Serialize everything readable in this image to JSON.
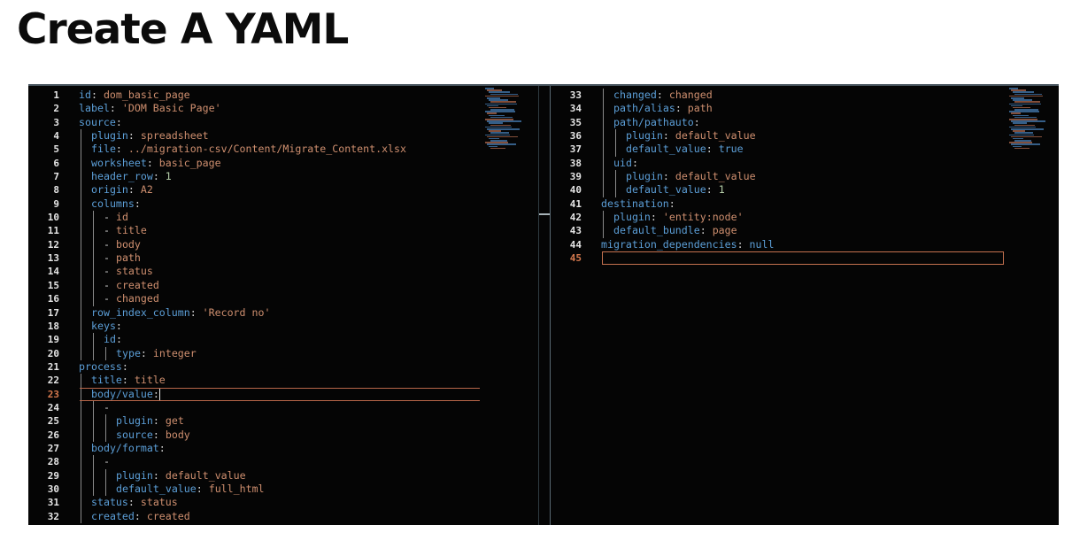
{
  "slide": {
    "title": "Create A YAML"
  },
  "colors": {
    "background": "#050505",
    "key": "#5c9fd8",
    "string_value": "#cf8f6f",
    "number_value": "#b5cea8",
    "keyword_value": "#5c9fd8",
    "line_number": "#e6e6e6",
    "active_line_number": "#d5794e",
    "current_line_border": "#b8674a"
  },
  "editor": {
    "left_pane": {
      "active_line": 23,
      "lines": [
        {
          "n": "1",
          "indent": 0,
          "key": "id",
          "value": "dom_basic_page",
          "type": "s"
        },
        {
          "n": "2",
          "indent": 0,
          "key": "label",
          "value": "'DOM Basic Page'",
          "type": "s"
        },
        {
          "n": "3",
          "indent": 0,
          "key": "source",
          "value": "",
          "type": "s"
        },
        {
          "n": "4",
          "indent": 1,
          "key": "plugin",
          "value": "spreadsheet",
          "type": "s"
        },
        {
          "n": "5",
          "indent": 1,
          "key": "file",
          "value": "../migration-csv/Content/Migrate_Content.xlsx",
          "type": "s"
        },
        {
          "n": "6",
          "indent": 1,
          "key": "worksheet",
          "value": "basic_page",
          "type": "s"
        },
        {
          "n": "7",
          "indent": 1,
          "key": "header_row",
          "value": "1",
          "type": "n"
        },
        {
          "n": "8",
          "indent": 1,
          "key": "origin",
          "value": "A2",
          "type": "s"
        },
        {
          "n": "9",
          "indent": 1,
          "key": "columns",
          "value": "",
          "type": "s"
        },
        {
          "n": "10",
          "indent": 2,
          "item": "id"
        },
        {
          "n": "11",
          "indent": 2,
          "item": "title"
        },
        {
          "n": "12",
          "indent": 2,
          "item": "body"
        },
        {
          "n": "13",
          "indent": 2,
          "item": "path"
        },
        {
          "n": "14",
          "indent": 2,
          "item": "status"
        },
        {
          "n": "15",
          "indent": 2,
          "item": "created"
        },
        {
          "n": "16",
          "indent": 2,
          "item": "changed"
        },
        {
          "n": "17",
          "indent": 1,
          "key": "row_index_column",
          "value": "'Record no'",
          "type": "s"
        },
        {
          "n": "18",
          "indent": 1,
          "key": "keys",
          "value": "",
          "type": "s"
        },
        {
          "n": "19",
          "indent": 2,
          "key": "id",
          "value": "",
          "type": "s"
        },
        {
          "n": "20",
          "indent": 3,
          "key": "type",
          "value": "integer",
          "type": "s"
        },
        {
          "n": "21",
          "indent": 0,
          "key": "process",
          "value": "",
          "type": "s"
        },
        {
          "n": "22",
          "indent": 1,
          "key": "title",
          "value": "title",
          "type": "s"
        },
        {
          "n": "23",
          "indent": 1,
          "key": "body/value",
          "value": "",
          "type": "s"
        },
        {
          "n": "24",
          "indent": 2,
          "dash": true
        },
        {
          "n": "25",
          "indent": 3,
          "key": "plugin",
          "value": "get",
          "type": "s"
        },
        {
          "n": "26",
          "indent": 3,
          "key": "source",
          "value": "body",
          "type": "s"
        },
        {
          "n": "27",
          "indent": 1,
          "key": "body/format",
          "value": "",
          "type": "s"
        },
        {
          "n": "28",
          "indent": 2,
          "dash": true
        },
        {
          "n": "29",
          "indent": 3,
          "key": "plugin",
          "value": "default_value",
          "type": "s"
        },
        {
          "n": "30",
          "indent": 3,
          "key": "default_value",
          "value": "full_html",
          "type": "s"
        },
        {
          "n": "31",
          "indent": 1,
          "key": "status",
          "value": "status",
          "type": "s"
        },
        {
          "n": "32",
          "indent": 1,
          "key": "created",
          "value": "created",
          "type": "s"
        }
      ]
    },
    "right_pane": {
      "active_line": 45,
      "lines": [
        {
          "n": "33",
          "indent": 1,
          "key": "changed",
          "value": "changed",
          "type": "s"
        },
        {
          "n": "34",
          "indent": 1,
          "key": "path/alias",
          "value": "path",
          "type": "s"
        },
        {
          "n": "35",
          "indent": 1,
          "key": "path/pathauto",
          "value": "",
          "type": "s"
        },
        {
          "n": "36",
          "indent": 2,
          "key": "plugin",
          "value": "default_value",
          "type": "s"
        },
        {
          "n": "37",
          "indent": 2,
          "key": "default_value",
          "value": "true",
          "type": "b"
        },
        {
          "n": "38",
          "indent": 1,
          "key": "uid",
          "value": "",
          "type": "s"
        },
        {
          "n": "39",
          "indent": 2,
          "key": "plugin",
          "value": "default_value",
          "type": "s"
        },
        {
          "n": "40",
          "indent": 2,
          "key": "default_value",
          "value": "1",
          "type": "n"
        },
        {
          "n": "41",
          "indent": 0,
          "key": "destination",
          "value": "",
          "type": "s"
        },
        {
          "n": "42",
          "indent": 1,
          "key": "plugin",
          "value": "'entity:node'",
          "type": "s"
        },
        {
          "n": "43",
          "indent": 1,
          "key": "default_bundle",
          "value": "page",
          "type": "s"
        },
        {
          "n": "44",
          "indent": 0,
          "key": "migration_dependencies",
          "value": "null",
          "type": "b"
        },
        {
          "n": "45",
          "indent": 0,
          "empty": true
        }
      ]
    }
  }
}
